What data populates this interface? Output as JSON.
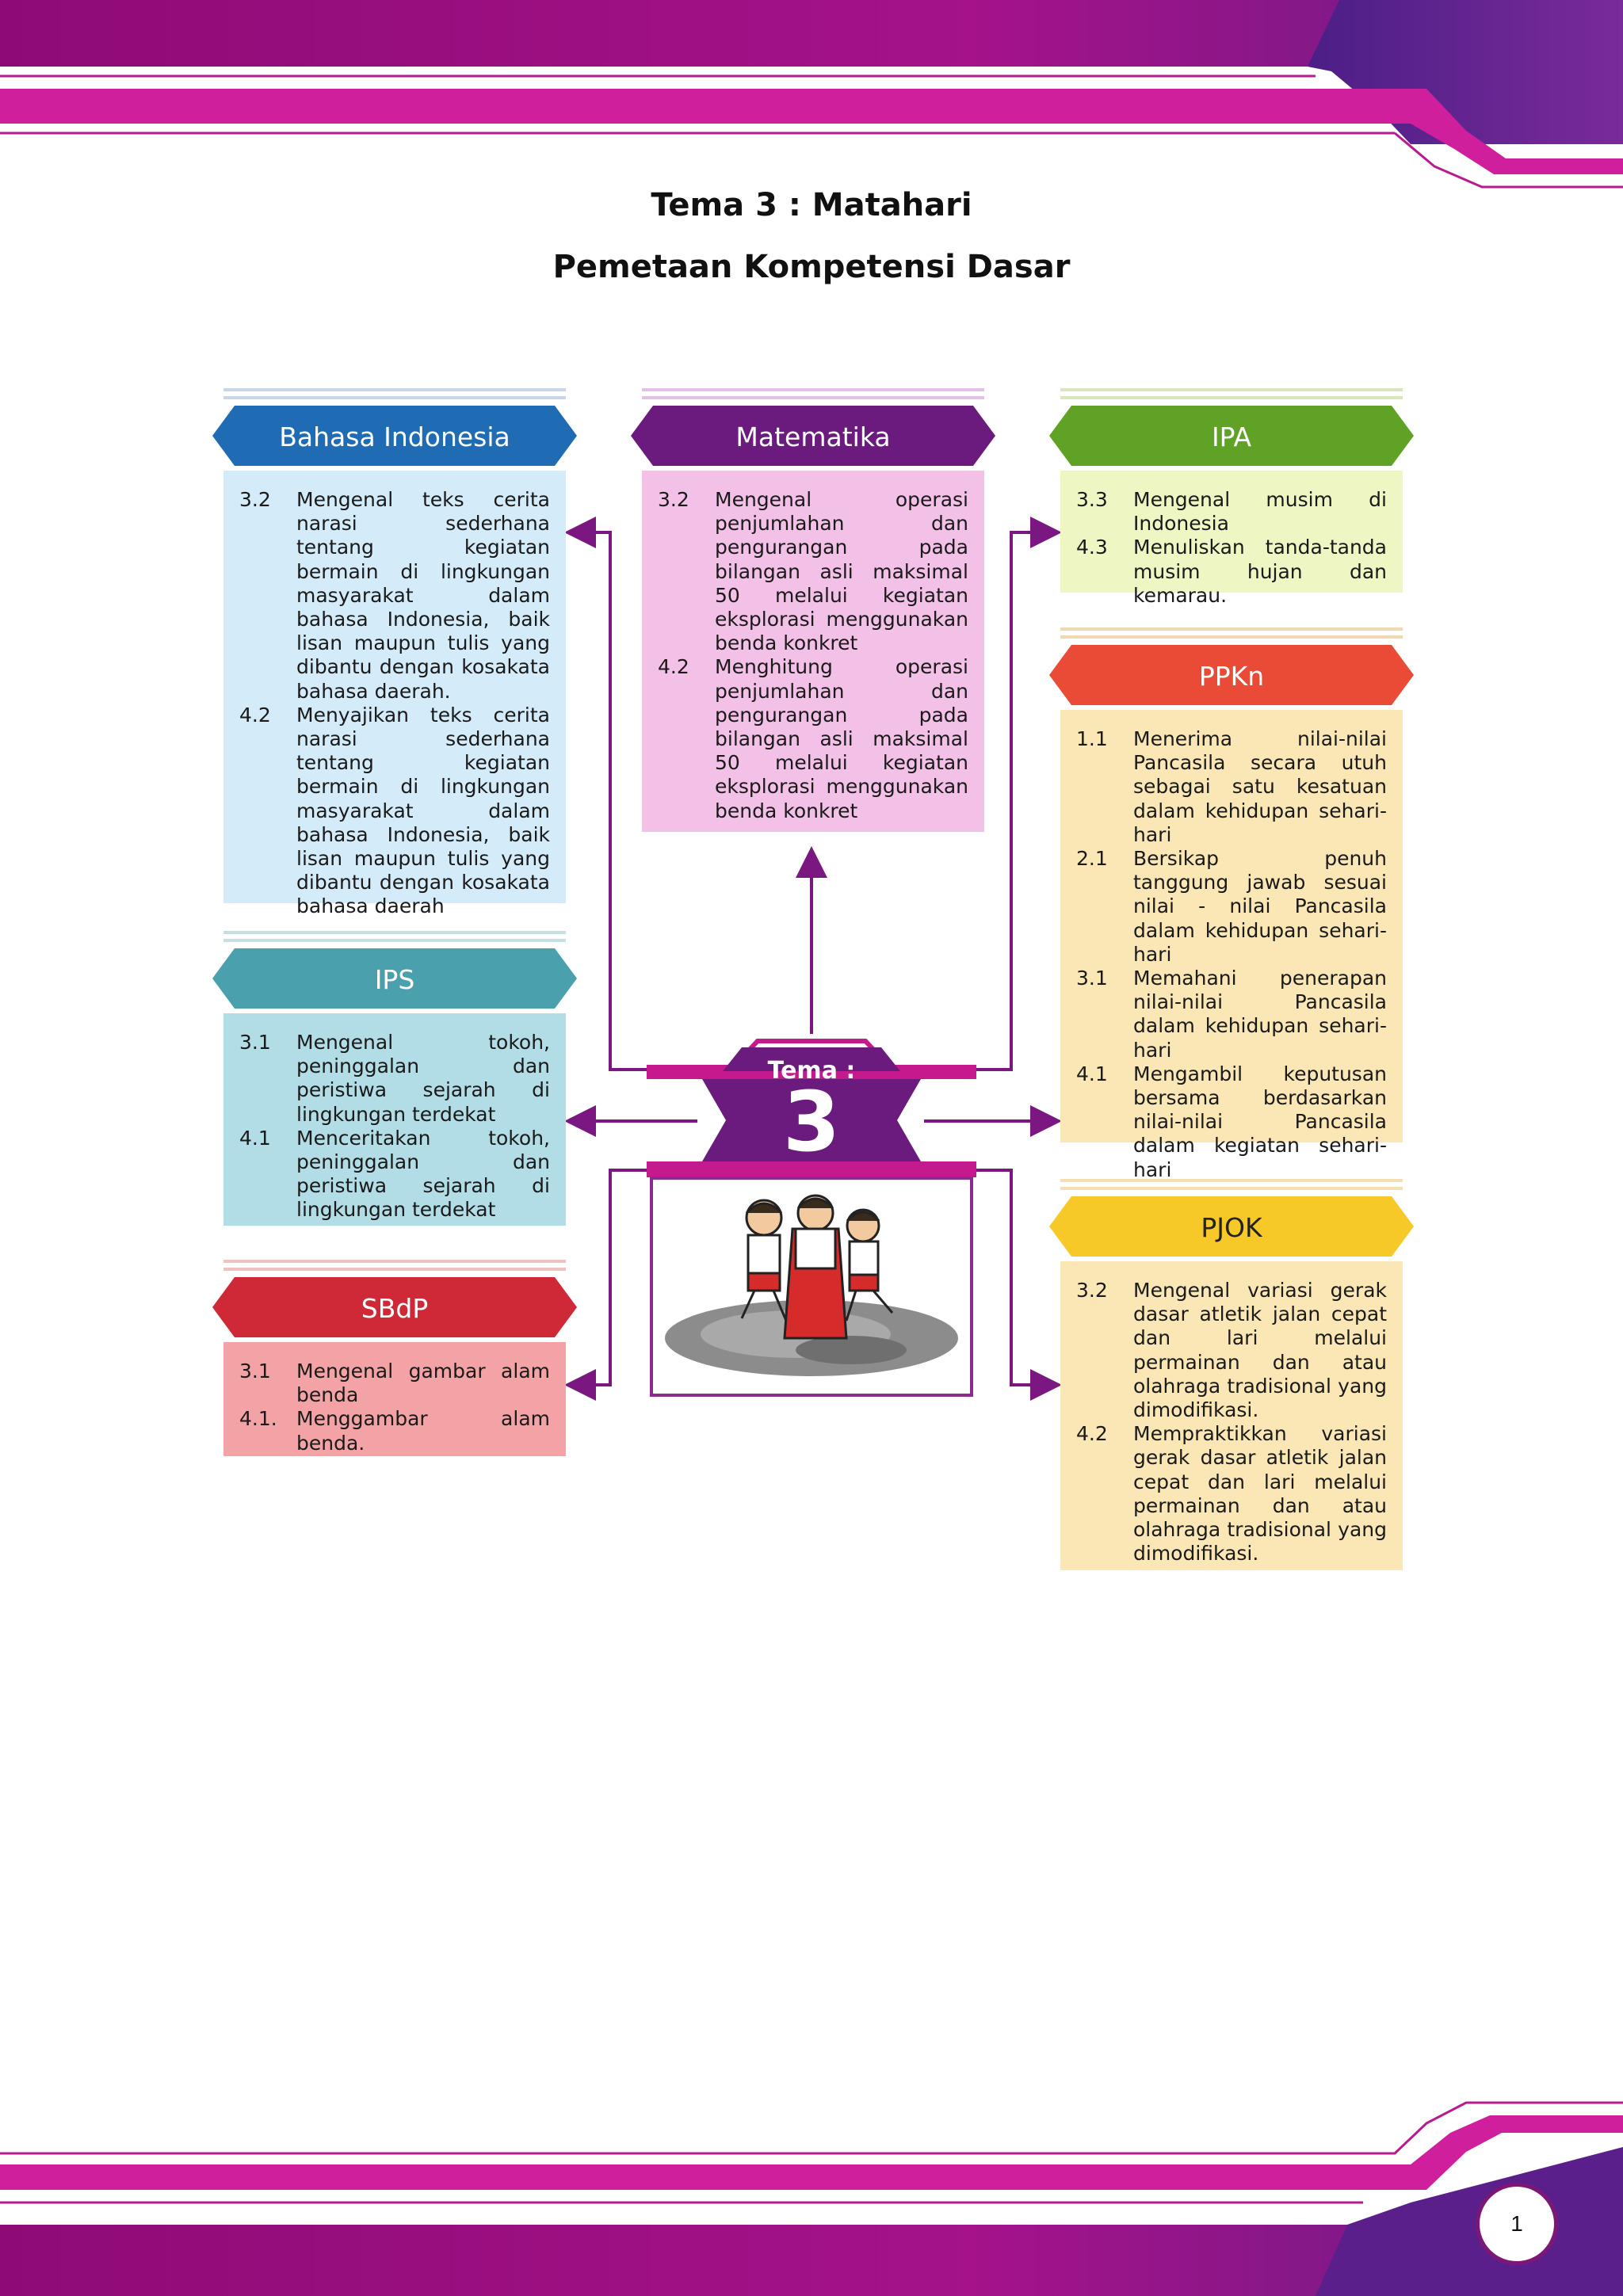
{
  "header": {
    "title": "Tema 3 : Matahari",
    "subtitle": "Pemetaan Kompetensi Dasar"
  },
  "colors": {
    "magenta": "#c5198e",
    "purple": "#7b1781",
    "deep_purple": "#5a1f8a"
  },
  "center": {
    "label": "Tema :",
    "number": "3",
    "illustration": "children-playing-illustration"
  },
  "panels": {
    "bahasa_indonesia": {
      "title": "Bahasa Indonesia",
      "items": [
        {
          "code": "3.2",
          "text": "Mengenal teks cerita narasi sederhana tentang kegiatan bermain di lingkungan masyarakat dalam bahasa Indonesia, baik lisan maupun tulis yang dibantu dengan kosakata bahasa daerah."
        },
        {
          "code": "4.2",
          "text": "Menyajikan teks cerita narasi sederhana tentang kegiatan bermain di lingkungan masyarakat dalam bahasa Indonesia, baik lisan maupun tulis yang dibantu dengan kosakata bahasa daerah"
        }
      ]
    },
    "matematika": {
      "title": "Matematika",
      "items": [
        {
          "code": "3.2",
          "text": "Mengenal operasi penjumlahan dan pengurangan pada bilangan asli maksimal 50 melalui kegiatan eksplorasi menggunakan benda konkret"
        },
        {
          "code": "4.2",
          "text": "Menghitung operasi penjumlahan dan pengurangan pada bilangan asli maksimal 50 melalui kegiatan eksplorasi menggunakan benda konkret"
        }
      ]
    },
    "ipa": {
      "title": "IPA",
      "items": [
        {
          "code": "3.3",
          "text": "Mengenal musim di Indonesia"
        },
        {
          "code": "4.3",
          "text": "Menuliskan tanda-tanda musim hujan dan kemarau."
        }
      ]
    },
    "ppkn": {
      "title": "PPKn",
      "items": [
        {
          "code": "1.1",
          "text": "Menerima nilai-nilai Pancasila secara utuh sebagai satu kesatuan dalam kehidupan sehari-hari"
        },
        {
          "code": "2.1",
          "text": "Bersikap penuh tanggung jawab sesuai nilai - nilai Pancasila dalam kehidupan sehari-hari"
        },
        {
          "code": "3.1",
          "text": "Memahani penerapan nilai-nilai Pancasila dalam kehidupan sehari-hari"
        },
        {
          "code": "4.1",
          "text": "Mengambil keputusan bersama berdasarkan nilai-nilai Pancasila dalam kegiatan sehari-hari"
        }
      ]
    },
    "ips": {
      "title": "IPS",
      "items": [
        {
          "code": "3.1",
          "text": "Mengenal tokoh, peninggalan dan peristiwa sejarah di lingkungan terdekat"
        },
        {
          "code": "4.1",
          "text": "Menceritakan tokoh, peninggalan dan peristiwa sejarah di lingkungan terdekat"
        }
      ]
    },
    "sbdp": {
      "title": "SBdP",
      "items": [
        {
          "code": "3.1",
          "text": "Mengenal gambar alam benda"
        },
        {
          "code": "4.1.",
          "text": "Menggambar alam benda."
        }
      ]
    },
    "pjok": {
      "title": "PJOK",
      "items": [
        {
          "code": "3.2",
          "text": "Mengenal variasi gerak dasar atletik jalan cepat dan lari melalui permainan dan atau olahraga tradisional yang dimodifikasi."
        },
        {
          "code": "4.2",
          "text": "Mempraktikkan variasi gerak dasar atletik jalan cepat dan lari melalui permainan dan atau olahraga tradisional yang dimodifikasi."
        }
      ]
    }
  },
  "footer": {
    "page_number": "1"
  }
}
